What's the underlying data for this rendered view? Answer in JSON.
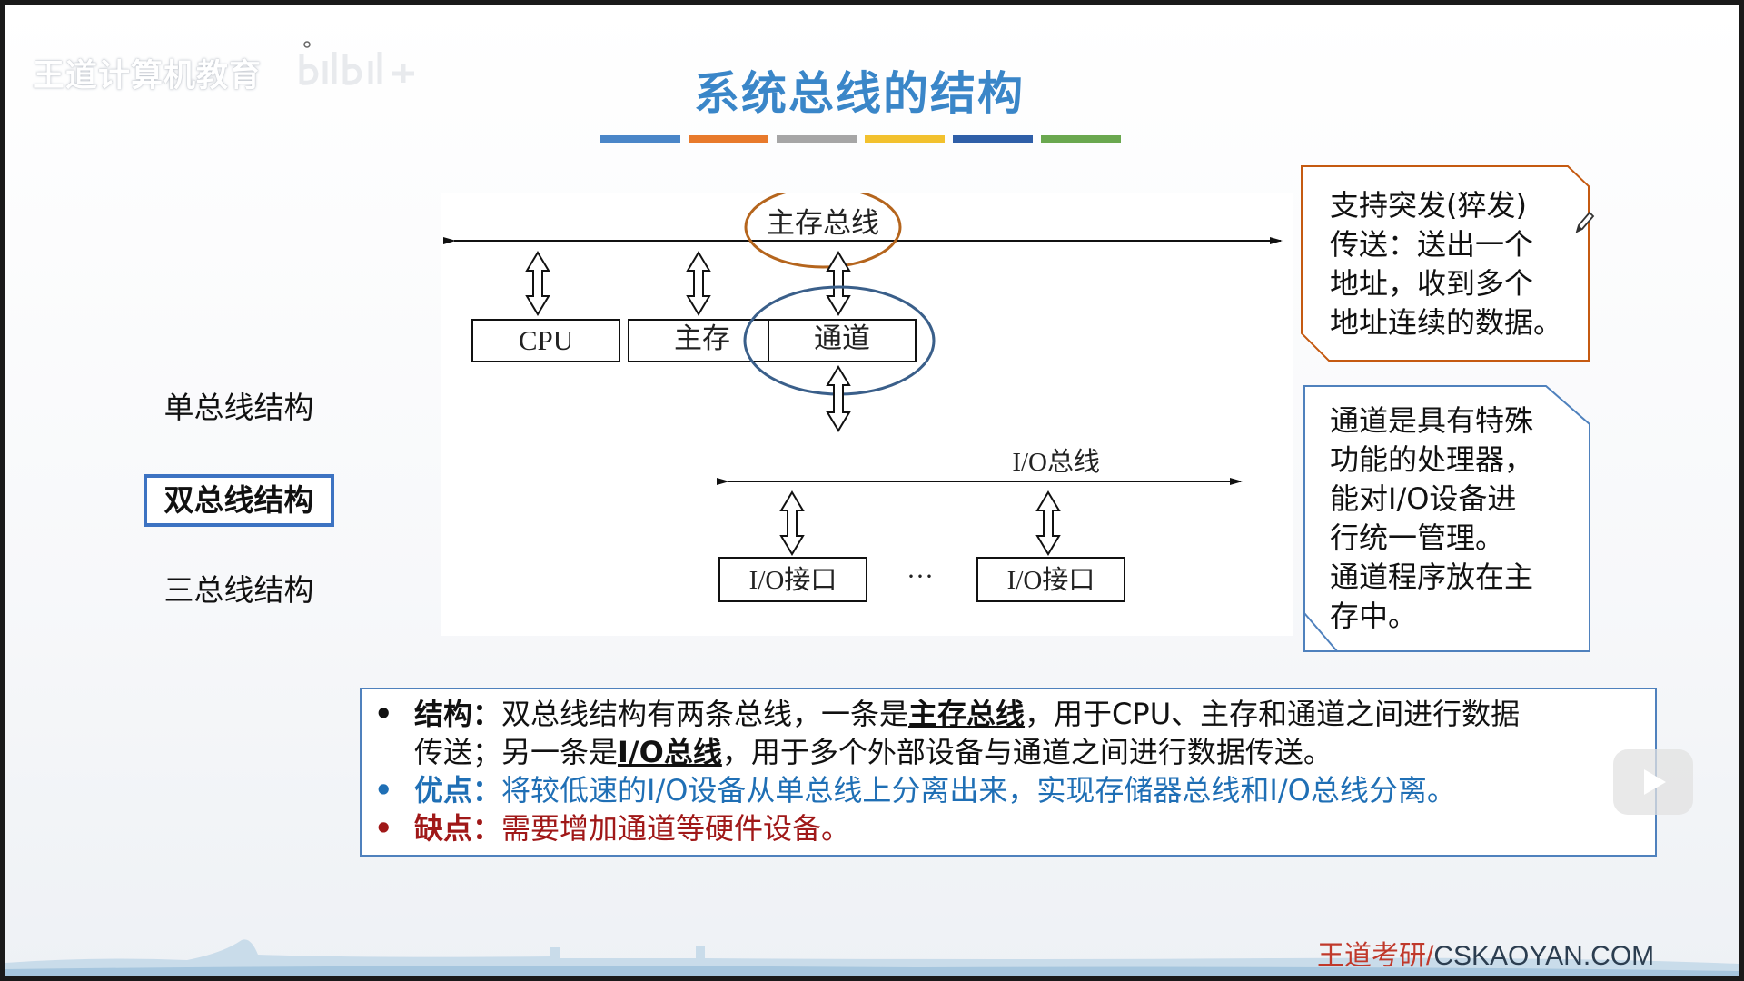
{
  "brand": {
    "watermark": "王道计算机教育",
    "footer_cn": "王道考研/",
    "footer_en": "CSKAOYAN.COM"
  },
  "title": "系统总线的结构",
  "color_bar": [
    "#4a86c8",
    "#e87a2c",
    "#a6a6a6",
    "#f2c12e",
    "#2f5fa8",
    "#6aa84f"
  ],
  "nav": {
    "items": [
      "单总线结构",
      "双总线结构",
      "三总线结构"
    ],
    "active_index": 1
  },
  "diagram": {
    "memory_bus": "主存总线",
    "io_bus": "I/O总线",
    "cpu": "CPU",
    "memory": "主存",
    "channel": "通道",
    "io_port_1": "I/O接口",
    "ellipsis": "···",
    "io_port_2": "I/O接口",
    "highlight_colors": {
      "memory_bus": "#b5651d",
      "channel": "#3a5f8a"
    }
  },
  "notes": {
    "burst": [
      "支持突发(猝发)",
      "传送：送出一个",
      "地址，收到多个",
      "地址连续的数据。"
    ],
    "channel": [
      "通道是具有特殊",
      "功能的处理器，",
      "能对I/O设备进",
      "行统一管理。",
      "通道程序放在主",
      "存中。"
    ]
  },
  "summary": {
    "structure_label": "结构：",
    "structure_l1_a": "双总线结构有两条总线，一条是",
    "structure_l1_u": "主存总线",
    "structure_l1_b": "，用于CPU、主存和通道之间进行数据",
    "structure_l2_a": "传送；另一条是",
    "structure_l2_u": "I/O总线",
    "structure_l2_b": "，用于多个外部设备与通道之间进行数据传送。",
    "pro_label": "优点：",
    "pro_text": "将较低速的I/O设备从单总线上分离出来，实现存储器总线和I/O总线分离。",
    "con_label": "缺点：",
    "con_text": "需要增加通道等硬件设备。",
    "colors": {
      "structure": "#111111",
      "pro": "#1f6fb5",
      "con": "#a01818"
    }
  }
}
